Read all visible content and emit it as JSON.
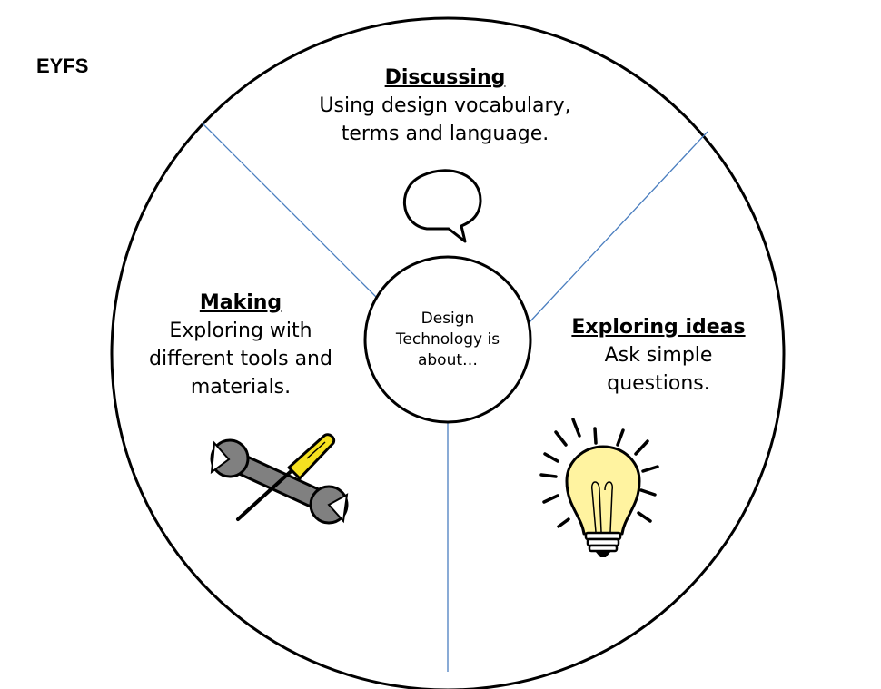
{
  "stage": "EYFS",
  "center": {
    "lines": [
      "Design",
      "Technology is",
      "about…"
    ]
  },
  "segments": {
    "discussing": {
      "title": "Discussing",
      "lines": [
        "Using design vocabulary,",
        "terms and language."
      ],
      "icon": "speech-bubble-icon"
    },
    "making": {
      "title": "Making",
      "lines": [
        "Exploring with",
        "different tools and",
        "materials."
      ],
      "icon": "wrench-screwdriver-icon"
    },
    "exploring": {
      "title": "Exploring ideas",
      "lines": [
        "Ask simple",
        "questions."
      ],
      "icon": "lightbulb-icon"
    }
  },
  "colors": {
    "divider": "#4a7ebf",
    "bulb": "#fff3a0",
    "screwdriver_handle": "#f5e020",
    "wrench": "#808080"
  }
}
